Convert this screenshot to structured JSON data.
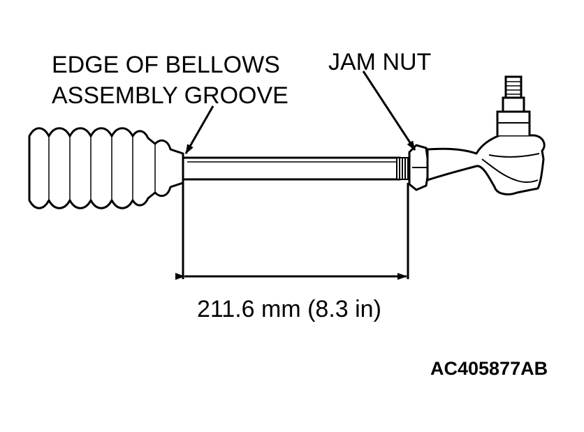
{
  "callouts": {
    "bellows_groove_line1": "EDGE OF BELLOWS",
    "bellows_groove_line2": "ASSEMBLY GROOVE",
    "jam_nut": "JAM NUT"
  },
  "dimension": {
    "label": "211.6 mm (8.3 in)"
  },
  "figure": {
    "id": "AC405877AB"
  },
  "colors": {
    "line": "#000000",
    "background": "#ffffff"
  }
}
